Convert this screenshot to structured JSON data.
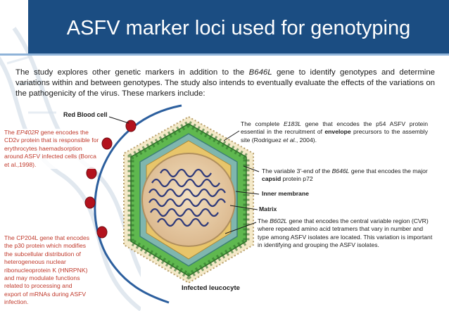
{
  "title": "ASFV marker loci used for genotyping",
  "intro": {
    "p1": "The study explores other genetic markers in addition to the ",
    "gene": "B646L",
    "p2": " gene to identify genotypes and determine variations within and between genotypes. The study also intends to eventually evaluate the effects of the variations on the pathogenicity of the virus. These markers include:"
  },
  "labels": {
    "red_blood_cell": "Red Blood cell",
    "infected_leucocyte": "Infected leucocyte",
    "inner_membrane": "Inner membrane",
    "matrix": "Matrix"
  },
  "ep402r": {
    "the": "The ",
    "gene": "EP402R",
    "rest": " gene encodes the CD2v protein that is responsible for erythrocytes haemadsorption around ASFV infected cells (Borca et al.,1998)."
  },
  "cp204l": {
    "text": "The CP204L gene that encodes the p30 protein which modifies the subcellular distribution of heterogeneous nuclear ribonucleoprotein K (HNRPNK) and may modulate functions related to processing and export of mRNAs during ASFV infection."
  },
  "e183l": {
    "a": "The complete ",
    "gene": "E183L",
    "b": " gene that encodes the p54 ASFV protein essential in the recruitment of ",
    "envelope": "envelope",
    "c": " precursors to the assembly site (Rodriguez ",
    "etal": "et al.",
    "d": ", 2004)."
  },
  "b646l": {
    "a": "The variable 3'-end of the ",
    "gene": "B646L",
    "b": " gene that encodes the major ",
    "capsid": "capsid",
    "c": " protein p72"
  },
  "b602l": {
    "a": "The ",
    "gene": "B602L",
    "b": " gene that encodes the central variable region (CVR) where repeated amino acid tetramers that vary in number and type among ASFV isolates are located. This variation is important in identifying and grouping the ASFV isolates."
  },
  "colors": {
    "header": "#1b4d82",
    "red_text": "#c0392b",
    "membrane_arc": "#2c5f9e",
    "red_cell": "#b3121d",
    "capsid_green": "#5fb84f",
    "core": "#e9cfa8",
    "genome": "#2f3a7a"
  }
}
